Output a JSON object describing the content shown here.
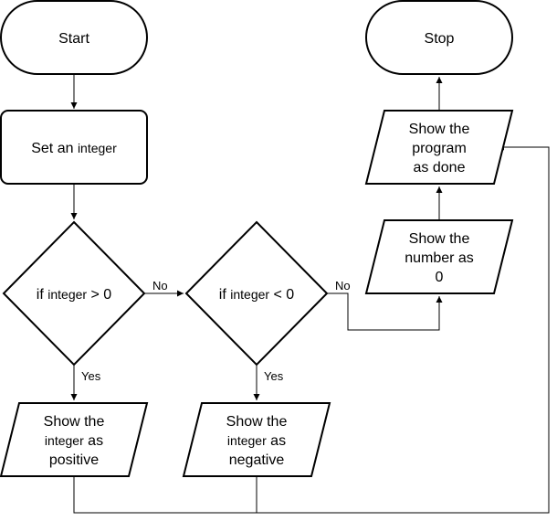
{
  "nodes": {
    "start": {
      "label": "Start"
    },
    "stop": {
      "label": "Stop"
    },
    "set_integer": {
      "lines": [
        [
          "Set an ",
          "integer"
        ]
      ]
    },
    "if_positive": {
      "lines": [
        [
          "if ",
          "integer",
          " > 0"
        ]
      ]
    },
    "if_negative": {
      "lines": [
        [
          "if ",
          "integer",
          " < 0"
        ]
      ]
    },
    "show_positive": {
      "lines": [
        [
          "Show the"
        ],
        [
          "",
          "integer",
          " as"
        ],
        [
          "positive"
        ]
      ]
    },
    "show_negative": {
      "lines": [
        [
          "Show the"
        ],
        [
          "",
          "integer",
          " as"
        ],
        [
          "negative"
        ]
      ]
    },
    "show_zero": {
      "lines": [
        [
          "Show the"
        ],
        [
          "number as"
        ],
        [
          "0"
        ]
      ]
    },
    "show_done": {
      "lines": [
        [
          "Show the"
        ],
        [
          "program"
        ],
        [
          "as done"
        ]
      ]
    }
  },
  "edges": {
    "positive_no": "No",
    "positive_yes": "Yes",
    "negative_no": "No",
    "negative_yes": "Yes"
  }
}
